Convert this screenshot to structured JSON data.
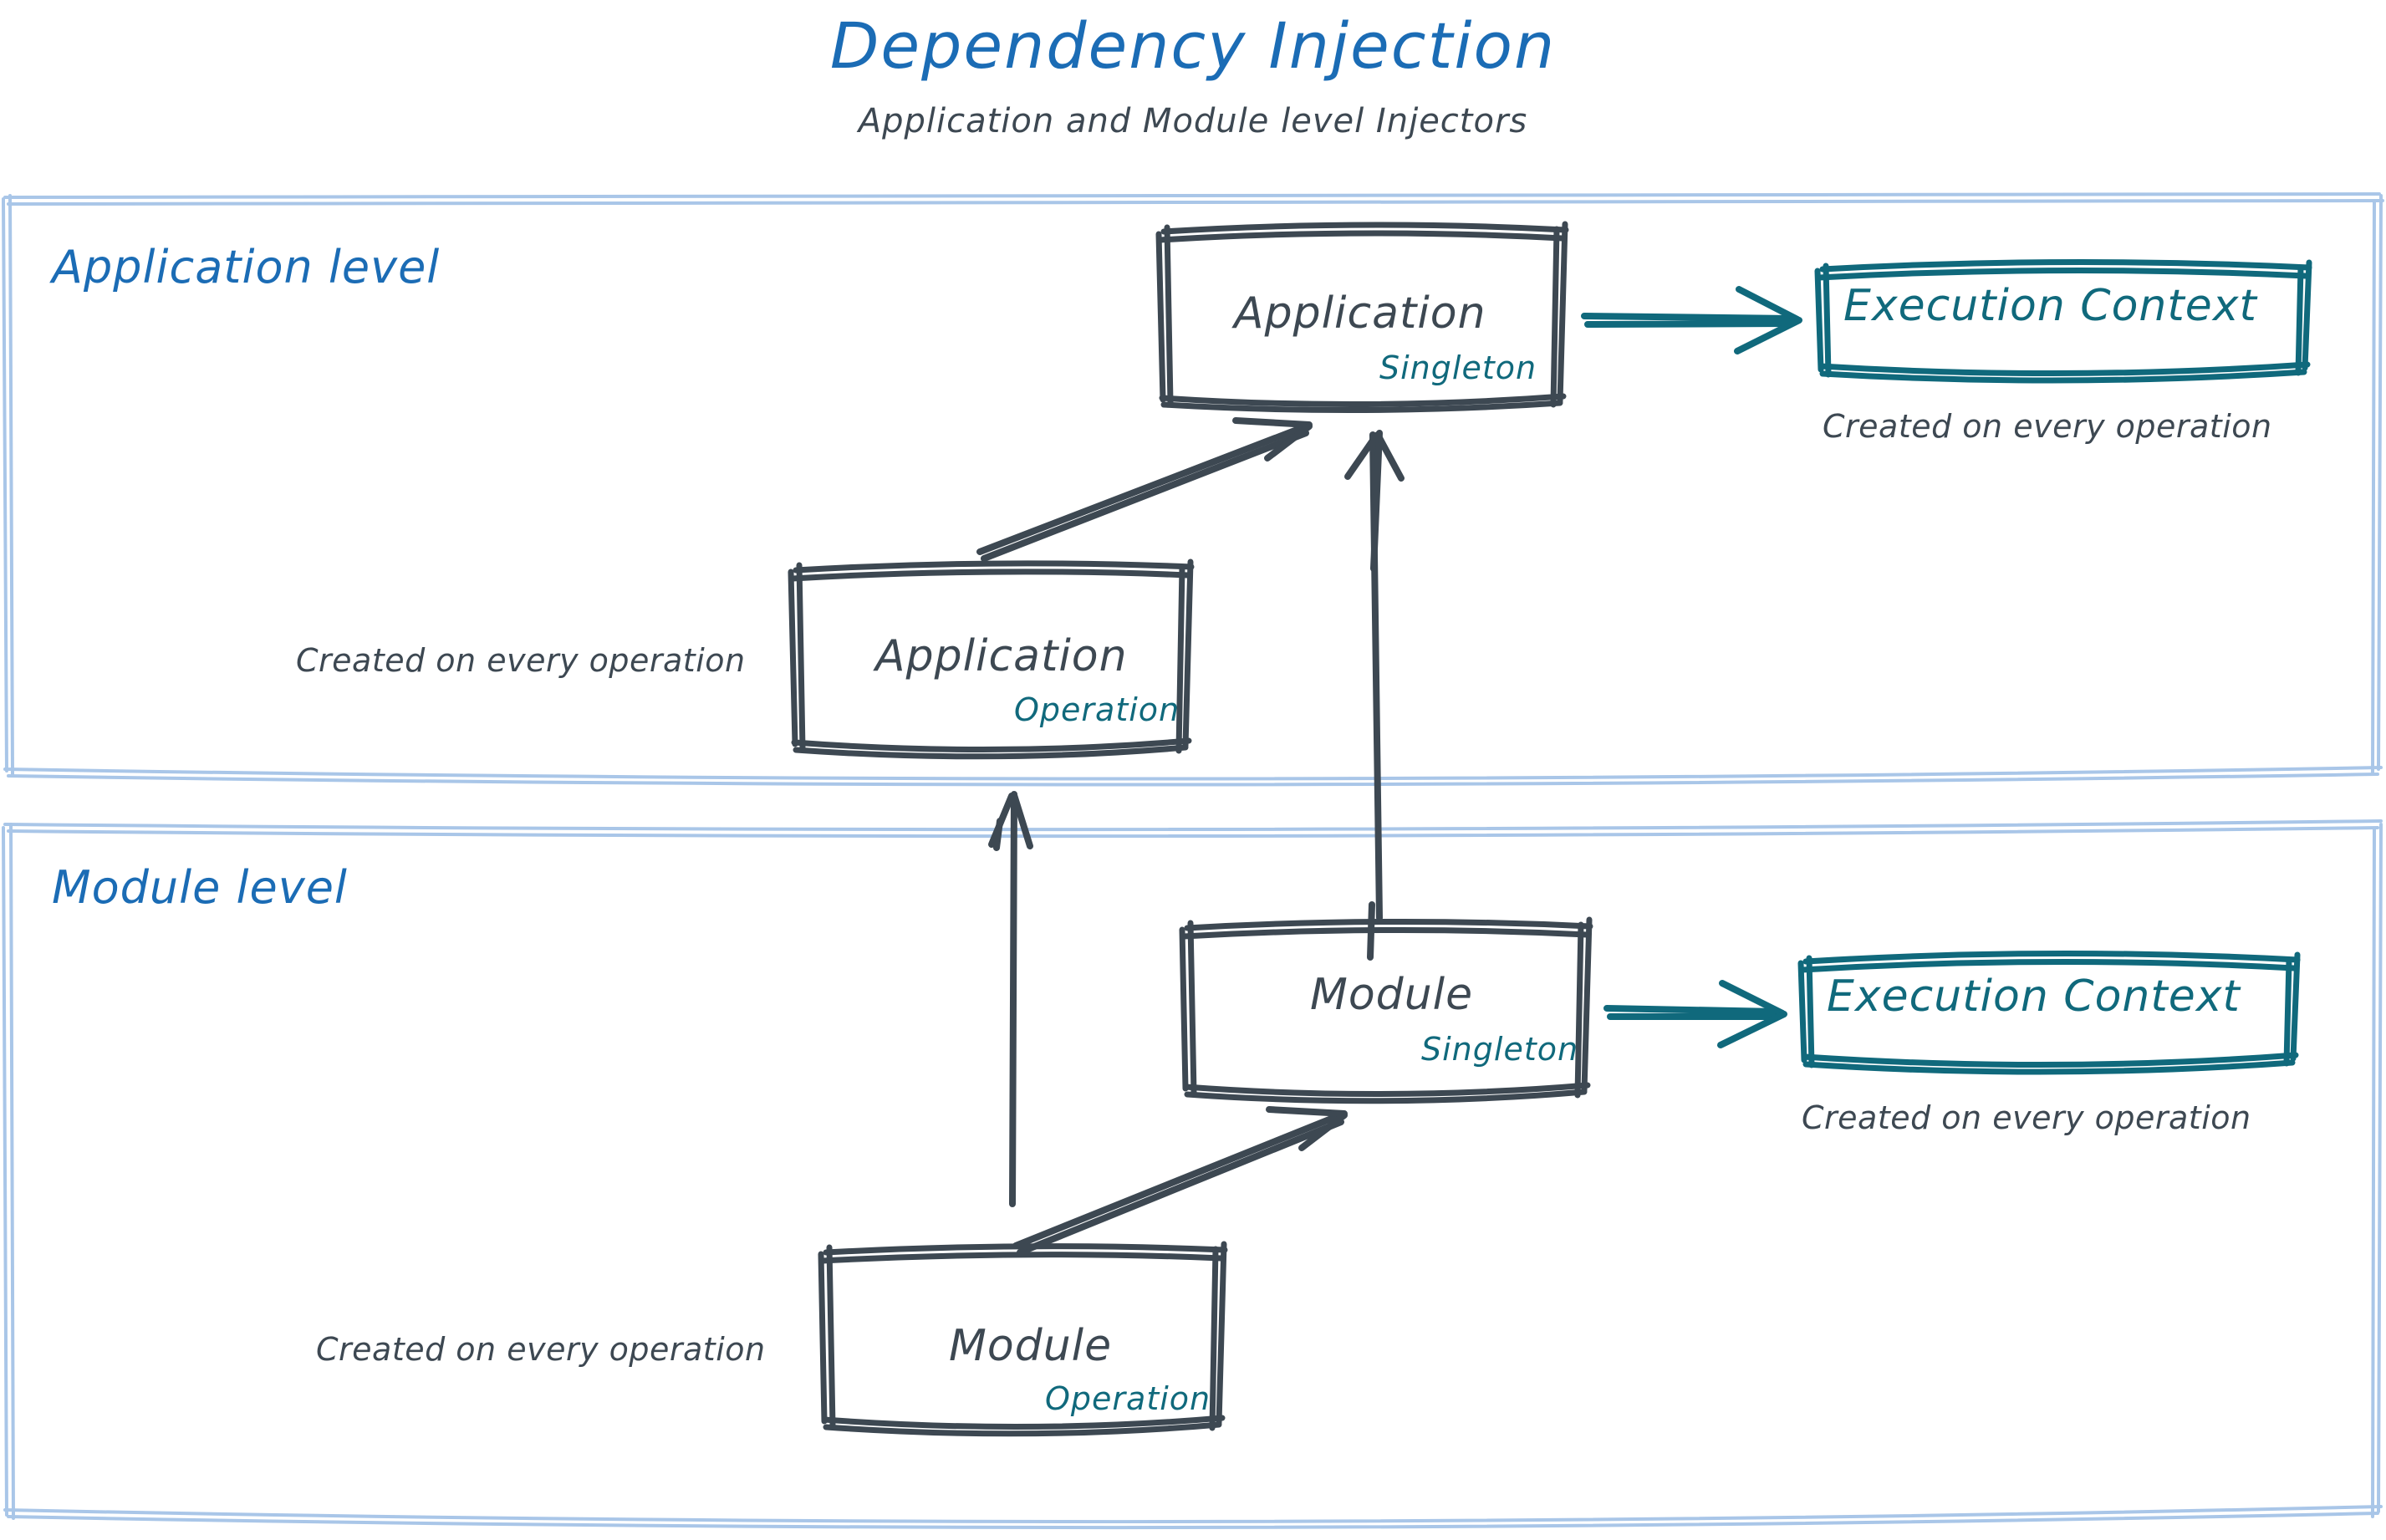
{
  "header": {
    "title": "Dependency Injection",
    "subtitle": "Application and Module level Injectors"
  },
  "colors": {
    "title_blue": "#1b6cb5",
    "panel_border_blue": "#a9c6e8",
    "sketch_dark": "#3d4852",
    "teal": "#10697c",
    "background": "#ffffff"
  },
  "panels": [
    {
      "id": "application-level",
      "label": "Application level"
    },
    {
      "id": "module-level",
      "label": "Module level"
    }
  ],
  "nodes": {
    "application_singleton": {
      "title": "Application",
      "scope": "Singleton"
    },
    "application_operation": {
      "title": "Application",
      "scope": "Operation"
    },
    "module_singleton": {
      "title": "Module",
      "scope": "Singleton"
    },
    "module_operation": {
      "title": "Module",
      "scope": "Operation"
    },
    "execution_context_top": {
      "title": "Execution Context"
    },
    "execution_context_bottom": {
      "title": "Execution Context"
    }
  },
  "notes": {
    "exec_context_top": "Created on every operation",
    "exec_context_bottom": "Created on every operation",
    "application_operation": "Created on every operation",
    "module_operation": "Created on every operation"
  },
  "edges": [
    {
      "from": "application_singleton",
      "to": "execution_context_top",
      "style": "teal-arrow"
    },
    {
      "from": "application_operation",
      "to": "application_singleton",
      "style": "dark-arrow"
    },
    {
      "from": "module_singleton",
      "to": "application_singleton",
      "style": "dark-arrow"
    },
    {
      "from": "module_singleton",
      "to": "execution_context_bottom",
      "style": "teal-arrow"
    },
    {
      "from": "module_operation",
      "to": "module_singleton",
      "style": "dark-arrow"
    },
    {
      "from": "module_operation",
      "to": "application_operation",
      "style": "dark-arrow"
    }
  ]
}
